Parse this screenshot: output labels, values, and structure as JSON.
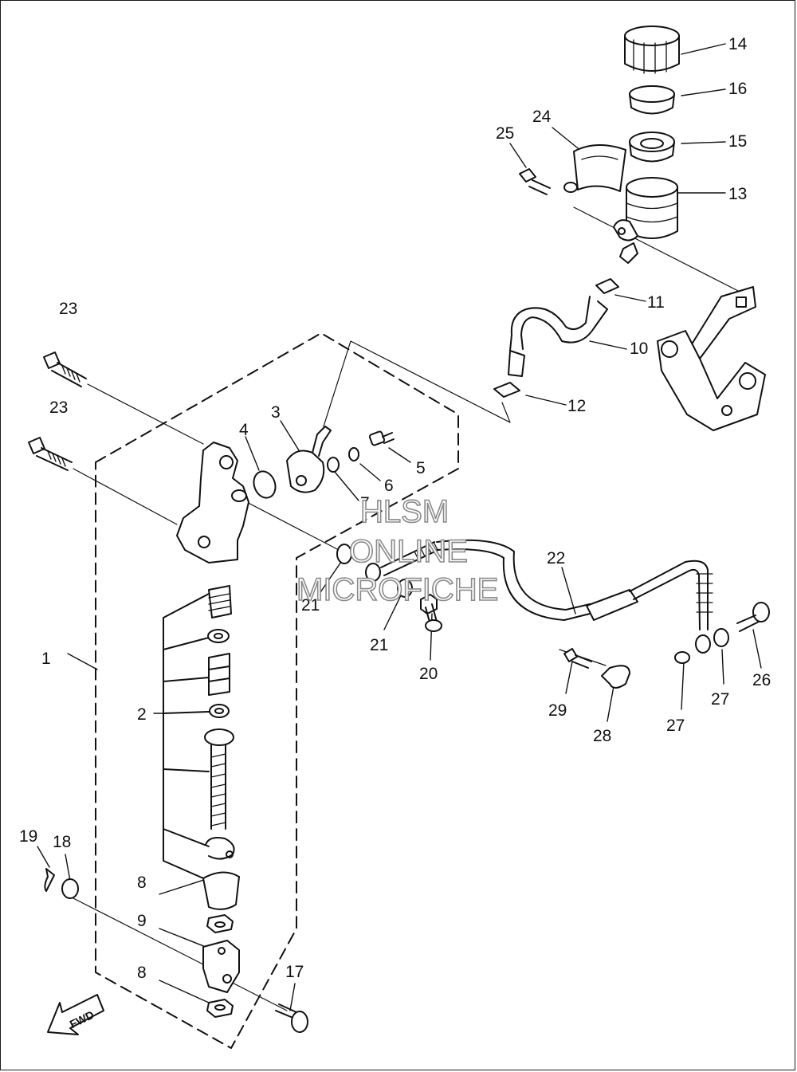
{
  "watermark": {
    "line1": "HLSM",
    "line2": "ONLINE",
    "line3": "MICROFICHE"
  },
  "fwd_label": "FWD",
  "callouts": {
    "c1": "1",
    "c2": "2",
    "c3": "3",
    "c4": "4",
    "c5": "5",
    "c6": "6",
    "c7": "7",
    "c8a": "8",
    "c8b": "8",
    "c9": "9",
    "c10": "10",
    "c11": "11",
    "c12": "12",
    "c13": "13",
    "c14": "14",
    "c15": "15",
    "c16": "16",
    "c17": "17",
    "c18": "18",
    "c19": "19",
    "c20": "20",
    "c21a": "21",
    "c21b": "21",
    "c22": "22",
    "c23a": "23",
    "c23b": "23",
    "c24": "24",
    "c25": "25",
    "c26": "26",
    "c27a": "27",
    "c27b": "27",
    "c28": "28",
    "c29": "29"
  }
}
